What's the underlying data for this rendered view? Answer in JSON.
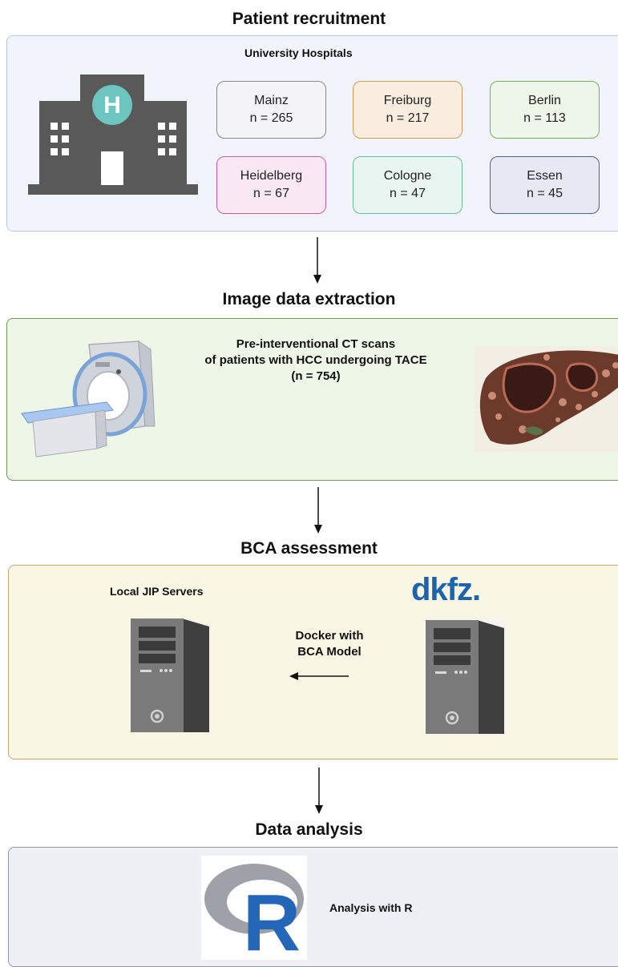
{
  "steps": {
    "recruitment": {
      "title": "Patient recruitment",
      "subtitle": "University Hospitals",
      "sites": [
        {
          "name": "Mainz",
          "n": "n = 265"
        },
        {
          "name": "Freiburg",
          "n": "n = 217"
        },
        {
          "name": "Berlin",
          "n": "n = 113"
        },
        {
          "name": "Heidelberg",
          "n": "n = 67"
        },
        {
          "name": "Cologne",
          "n": "n = 47"
        },
        {
          "name": "Essen",
          "n": "n = 45"
        }
      ],
      "hospital_sign": "H"
    },
    "extraction": {
      "title": "Image data extraction",
      "line1": "Pre-interventional CT scans",
      "line2": "of patients with HCC undergoing TACE",
      "line3": "(n = 754)"
    },
    "bca": {
      "title": "BCA assessment",
      "servers_label": "Local JIP Servers",
      "docker_line1": "Docker with",
      "docker_line2": "BCA Model",
      "logo_text": "dkfz."
    },
    "analysis": {
      "title": "Data analysis",
      "label": "Analysis with R",
      "logo_letter": "R"
    }
  },
  "colors": {
    "hospital_grey": "#595959",
    "hospital_accent": "#6cc5be",
    "dkfz_blue": "#1d64ad",
    "r_blue": "#2467b8"
  },
  "icons": [
    "hospital-icon",
    "ct-scanner-icon",
    "liver-icon",
    "server-icon",
    "dkfz-logo",
    "r-logo"
  ]
}
